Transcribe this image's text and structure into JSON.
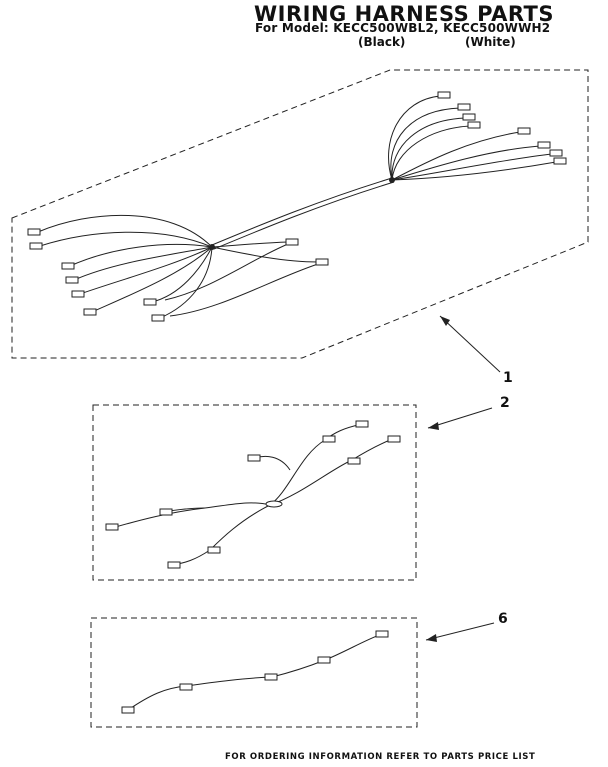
{
  "header": {
    "title": "WIRING HARNESS PARTS",
    "model_line": "For Model: KECC500WBL2, KECC500WWH2",
    "variant_black": "(Black)",
    "variant_white": "(White)"
  },
  "callouts": {
    "part1": "1",
    "part2": "2",
    "part6": "6"
  },
  "footer": {
    "note": "FOR ORDERING INFORMATION REFER TO PARTS PRICE LIST"
  }
}
